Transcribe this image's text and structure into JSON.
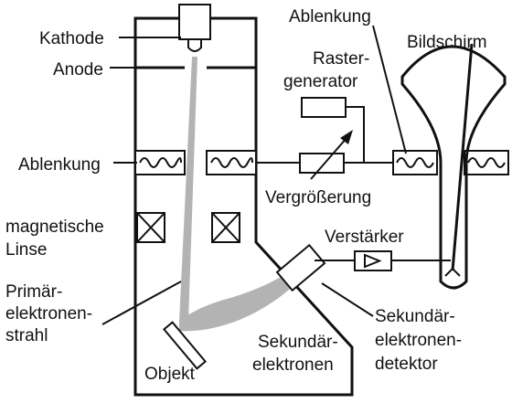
{
  "labels": {
    "kathode": "Kathode",
    "anode": "Anode",
    "ablenkung_left": "Ablenkung",
    "magnetische": "magnetische",
    "linse": "Linse",
    "primaer_1": "Primär-",
    "primaer_2": "elektronen-",
    "primaer_3": "strahl",
    "objekt": "Objekt",
    "sekundaer_1": "Sekundär-",
    "sekundaer_2": "elektronen",
    "detektor_1": "Sekundär-",
    "detektor_2": "elektronen-",
    "detektor_3": "detektor",
    "ablenkung_top": "Ablenkung",
    "bildschirm": "Bildschirm",
    "raster_1": "Raster-",
    "raster_2": "generator",
    "vergroesserung": "Vergrößerung",
    "verstaerker": "Verstärker"
  },
  "colors": {
    "line": "#111111",
    "beam": "#b3b3b3",
    "background": "#ffffff"
  }
}
